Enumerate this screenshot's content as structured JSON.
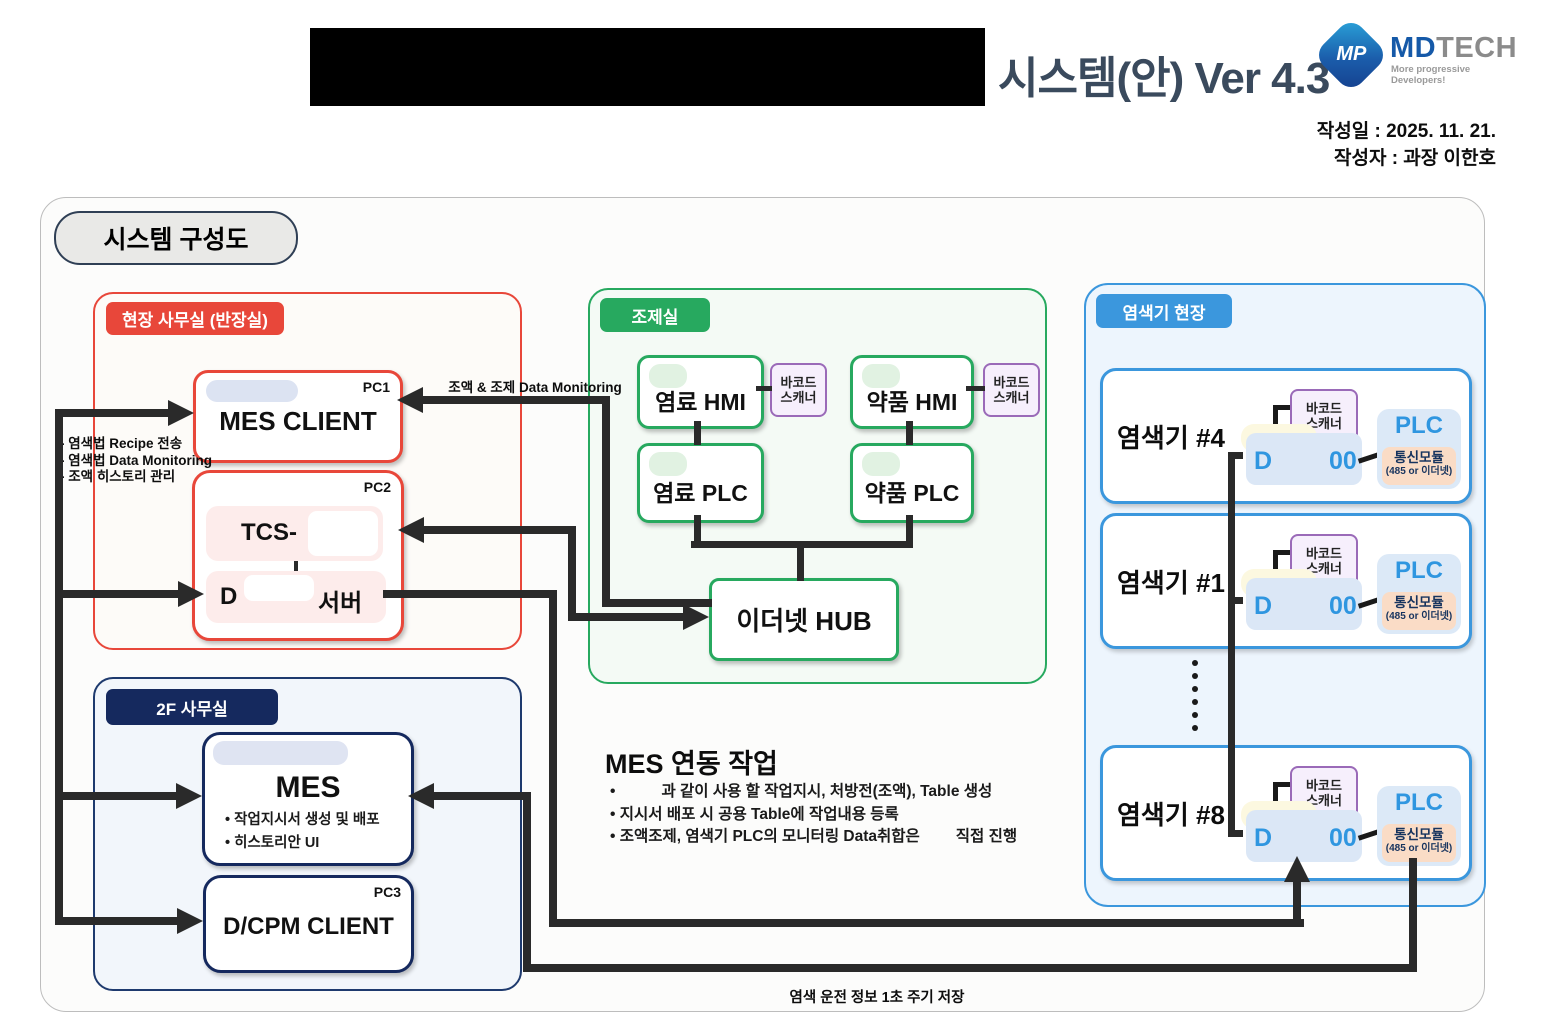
{
  "header": {
    "title": "시스템(안) Ver 4.3",
    "date": "작성일 : 2025. 11. 21.",
    "author": "작성자 : 과장 이한호",
    "logo": {
      "mark": "MP",
      "md": "MD",
      "tech": "TECH",
      "tagline": "More progressive Developers!"
    }
  },
  "diagram_title": "시스템 구성도",
  "site_office": {
    "header": "현장 사무실 (반장실)",
    "pc1_tag": "PC1",
    "mes_client": "MES CLIENT",
    "pc2_tag": "PC2",
    "tcs": "TCS-",
    "server_d": "D",
    "server_suffix": "서버",
    "notes": [
      "- 염색법 Recipe 전송",
      "- 염색법 Data Monitoring",
      "- 조액 히스토리 관리"
    ]
  },
  "office_2f": {
    "header": "2F 사무실",
    "mes": "MES",
    "mes_bullets": [
      "• 작업지시서 생성 및  배포",
      "• 히스토리안 UI"
    ],
    "pc3_tag": "PC3",
    "dcpm_client": "D/CPM CLIENT"
  },
  "dispensary": {
    "header": "조제실",
    "dye_hmi": "염료 HMI",
    "chem_hmi": "약품 HMI",
    "dye_plc": "염료 PLC",
    "chem_plc": "약품 PLC",
    "hub": "이더넷 HUB",
    "barcode": "바코드\n스캐너"
  },
  "dyeing_site": {
    "header": "염색기 현장",
    "machines": [
      {
        "label": "염색기 #4"
      },
      {
        "label": "염색기 #1"
      },
      {
        "label": "염색기 #8"
      }
    ],
    "barcode": "바코드\n스캐너",
    "d": "D",
    "num": "00",
    "plc": "PLC",
    "module": "통신모듈",
    "module_sub": "(485 or 이더넷)"
  },
  "mes_tasks": {
    "heading": "MES 연동 작업",
    "b1_bullet": "•",
    "b1_text": "과 같이 사용 할 작업지시, 처방전(조액), Table 생성",
    "b2": "• 지시서 배포 시 공용 Table에 작업내용 등록",
    "b3_a": "• 조액조제, 염색기 PLC의 모니터링 Data취합은",
    "b3_b": "직접 진행"
  },
  "labels": {
    "monitoring": "조액 & 조제 Data Monitoring",
    "save_cycle": "염색 운전 정보 1초 주기 저장"
  },
  "colors": {
    "red": "#e8473a",
    "green": "#27a95f",
    "blue": "#3b97dd",
    "navy": "#15295e",
    "purple": "#9a6ab8",
    "line": "#2a2a2a",
    "blue_text": "#2f96e0",
    "title": "#3a4a5d"
  }
}
